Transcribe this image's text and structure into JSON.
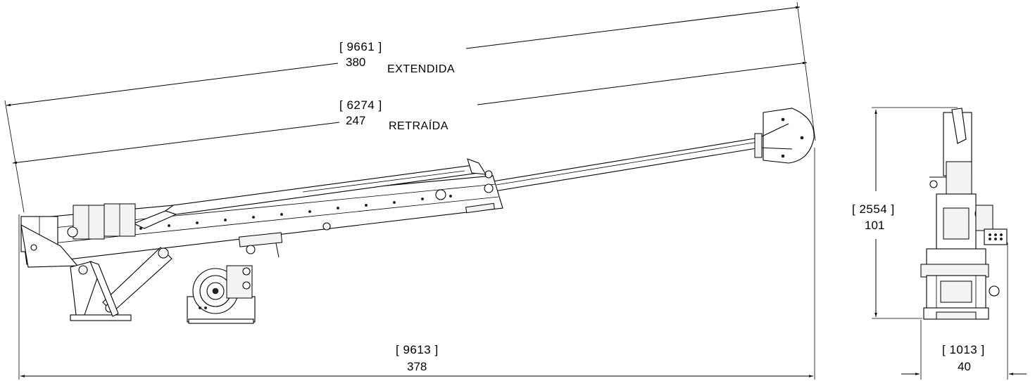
{
  "dimensions": {
    "extended": {
      "mm": "[ 9661 ]",
      "in": "380",
      "label": "EXTENDIDA"
    },
    "retracted": {
      "mm": "[ 6274 ]",
      "in": "247",
      "label": "RETRAÍDA"
    },
    "overall_length": {
      "mm": "[ 9613 ]",
      "in": "378"
    },
    "height": {
      "mm": "[ 2554 ]",
      "in": "101"
    },
    "width": {
      "mm": "[ 1013 ]",
      "in": "40"
    }
  },
  "views": [
    "side-view",
    "front-view"
  ],
  "colors": {
    "line": "#000000",
    "background": "#ffffff"
  }
}
